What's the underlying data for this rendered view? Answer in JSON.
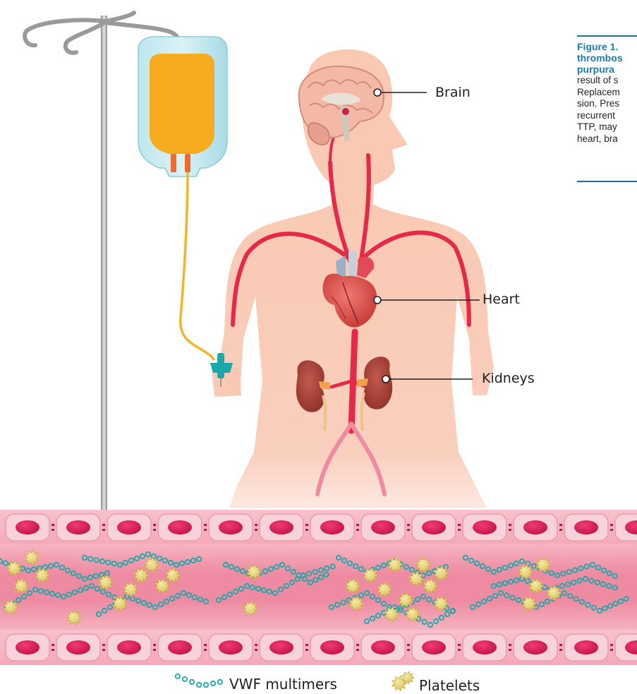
{
  "figure": {
    "labels": {
      "brain": "Brain",
      "heart": "Heart",
      "kidneys": "Kidneys"
    },
    "legend": {
      "vwf": "VWF multimers",
      "platelets": "Platelets"
    },
    "caption": {
      "title_lines": [
        "Figure 1.",
        "thrombos",
        "purpura"
      ],
      "body_lines": [
        "result of s",
        "Replacem",
        "sion. Pres",
        "recurrent",
        "TTP, may",
        "heart, bra"
      ]
    },
    "colors": {
      "body_skin": "#f9c9b3",
      "artery": "#e6284a",
      "bag_fluid": "#f6ac1e",
      "iv_line": "#f2b42b",
      "vessel_wall": "#f2a0b2",
      "vessel_lumen": "#e9718c",
      "vwf": "#1aa8a8",
      "platelet": "#e6d275",
      "caption_accent": "#1a7ea8"
    },
    "icons": [
      "iv-bag-icon",
      "iv-pole-icon",
      "butterfly-needle-icon",
      "brain-icon",
      "heart-icon",
      "kidney-icon",
      "vwf-multimer-icon",
      "platelet-icon"
    ]
  }
}
